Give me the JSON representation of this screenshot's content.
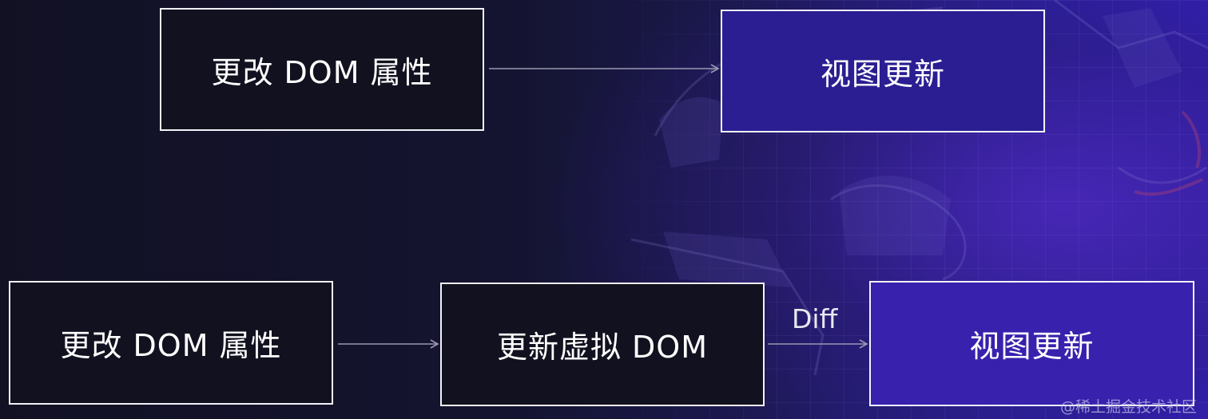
{
  "diagram": {
    "top_row": {
      "source": "更改 DOM 属性",
      "target": "视图更新"
    },
    "bottom_row": {
      "step1": "更改 DOM 属性",
      "step2": "更新虚拟 DOM",
      "step3": "视图更新",
      "edge_label": "Diff"
    }
  },
  "watermark": "@稀土掘金技术社区",
  "colors": {
    "box_border": "#f2f2f7",
    "arrow": "#9a98b0",
    "text": "#ffffff",
    "bg_dark": "#121124",
    "bg_accent": "#3120b8"
  }
}
